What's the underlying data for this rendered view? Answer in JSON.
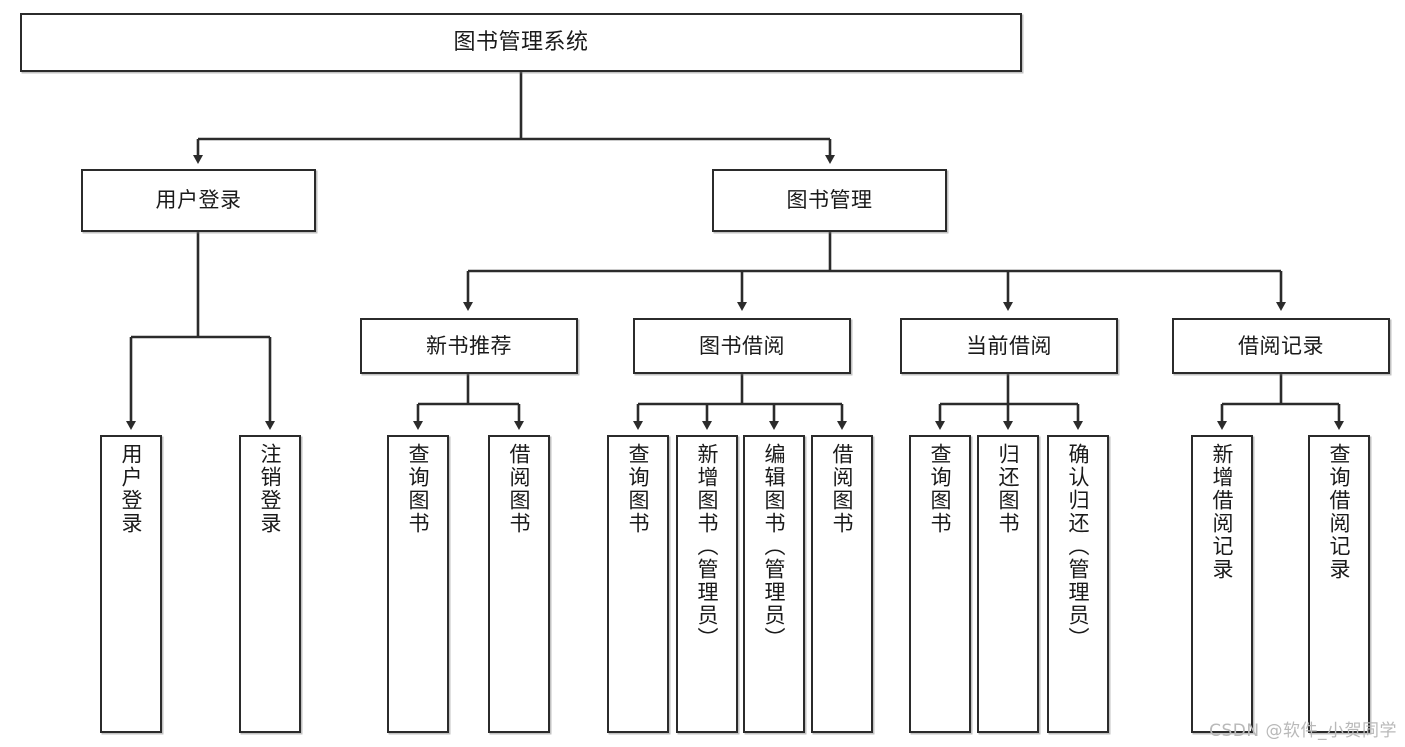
{
  "diagram": {
    "title": "图书管理系统",
    "watermark": "CSDN @软件_小贺同学",
    "line_color": "#2b2b2b",
    "box_fill": "#ffffff",
    "text_color": "#1a1a1a",
    "watermark_color": "#b9b9b9"
  },
  "nodes": {
    "root": {
      "label": "图书管理系统"
    },
    "level2": [
      {
        "id": "user-login",
        "label": "用户登录"
      },
      {
        "id": "book-management",
        "label": "图书管理"
      }
    ],
    "level3": [
      {
        "id": "new-book-recommend",
        "label": "新书推荐"
      },
      {
        "id": "book-borrow",
        "label": "图书借阅"
      },
      {
        "id": "current-borrow",
        "label": "当前借阅"
      },
      {
        "id": "borrow-record",
        "label": "借阅记录"
      }
    ],
    "leaves": {
      "user-login": [
        {
          "id": "leaf-user-login",
          "label": "用户登录"
        },
        {
          "id": "leaf-logout-login",
          "label": "注销登录"
        }
      ],
      "new-book-recommend": [
        {
          "id": "leaf-query-book-1",
          "label": "查询图书"
        },
        {
          "id": "leaf-borrow-book-1",
          "label": "借阅图书"
        }
      ],
      "book-borrow": [
        {
          "id": "leaf-query-book-2",
          "label": "查询图书"
        },
        {
          "id": "leaf-add-book",
          "label": "新增图书（管理员）"
        },
        {
          "id": "leaf-edit-book",
          "label": "编辑图书（管理员）"
        },
        {
          "id": "leaf-borrow-book-2",
          "label": "借阅图书"
        }
      ],
      "current-borrow": [
        {
          "id": "leaf-query-book-3",
          "label": "查询图书"
        },
        {
          "id": "leaf-return-book",
          "label": "归还图书"
        },
        {
          "id": "leaf-confirm-return",
          "label": "确认归还（管理员）"
        }
      ],
      "borrow-record": [
        {
          "id": "leaf-add-record",
          "label": "新增借阅记录"
        },
        {
          "id": "leaf-query-record",
          "label": "查询借阅记录"
        }
      ]
    }
  }
}
